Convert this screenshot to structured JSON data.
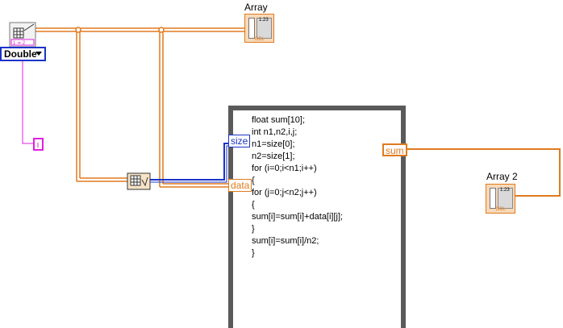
{
  "diagram": {
    "indicators": {
      "array": {
        "label": "Array",
        "type_tag": "DBL",
        "digits": "1.23"
      },
      "array2": {
        "label": "Array 2",
        "type_tag": "DBL",
        "digits": "1.23"
      }
    },
    "type_selector": {
      "value": "Double"
    },
    "formula_node": {
      "inputs": {
        "size": "size",
        "data": "data"
      },
      "output": "sum",
      "code": [
        "float sum[10];",
        "int n1,n2,i,j;",
        "n1=size[0];",
        "n2=size[1];",
        "for (i=0;i<n1;i++)",
        "{",
        "for (j=0;j<n2;j++)",
        "{",
        "sum[i]=sum[i]+data[i][j];",
        "}",
        "sum[i]=sum[i]/n2;",
        "}"
      ]
    },
    "colors": {
      "orange_wire": "#e07a1e",
      "blue_wire": "#1a33c8",
      "magenta_wire": "#e020e0",
      "frame": "#5a5a5a"
    }
  }
}
